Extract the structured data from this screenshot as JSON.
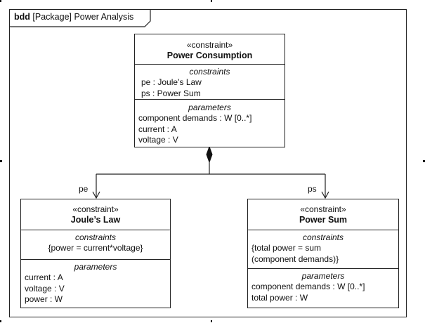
{
  "frame": {
    "kind": "bdd",
    "title": "[Package] Power Analysis"
  },
  "blocks": {
    "power_consumption": {
      "stereotype": "«constraint»",
      "name": "Power Consumption",
      "constraints_title": "constraints",
      "constraints": [
        "pe : Joule’s Law",
        "ps : Power Sum"
      ],
      "parameters_title": "parameters",
      "parameters": [
        "component demands : W [0..*]",
        "current : A",
        "voltage : V"
      ]
    },
    "joules_law": {
      "stereotype": "«constraint»",
      "name": "Joule’s Law",
      "constraints_title": "constraints",
      "constraints": [
        "{power = current*voltage}"
      ],
      "parameters_title": "parameters",
      "parameters": [
        "current : A",
        "voltage : V",
        "power : W"
      ]
    },
    "power_sum": {
      "stereotype": "«constraint»",
      "name": "Power Sum",
      "constraints_title": "constraints",
      "constraints": [
        "{total power = sum",
        "(component demands)}"
      ],
      "parameters_title": "parameters",
      "parameters": [
        "component demands : W [0..*]",
        "total power : W"
      ]
    }
  },
  "roles": {
    "left": "pe",
    "right": "ps"
  }
}
